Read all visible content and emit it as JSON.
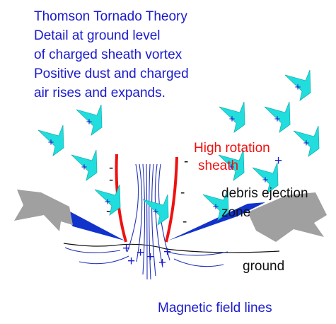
{
  "title_lines": [
    "Thomson Tornado Theory",
    "Detail at ground level",
    "of charged sheath vortex",
    "Positive dust and charged",
    "air rises and expands."
  ],
  "labels": {
    "high_rotation": "High rotation",
    "sheath": "sheath",
    "debris_ejection": "debris ejection",
    "zone": "zone",
    "ground": "ground",
    "magnetic_field_lines": "Magnetic field lines"
  },
  "symbols": {
    "plus": "+",
    "minus": "-"
  },
  "colors": {
    "text_blue": "#1a1acc",
    "cyan_particle": "#22dddd",
    "sheath_red": "#ee1111",
    "field_line_blue": "#2233bb",
    "wedge_blue": "#1133cc",
    "debris_gray": "#a0a0a0",
    "ground_black": "#111111"
  },
  "icons": {
    "particle": "cyan-arrow-with-plus",
    "debris": "gray-debris-chunk"
  }
}
